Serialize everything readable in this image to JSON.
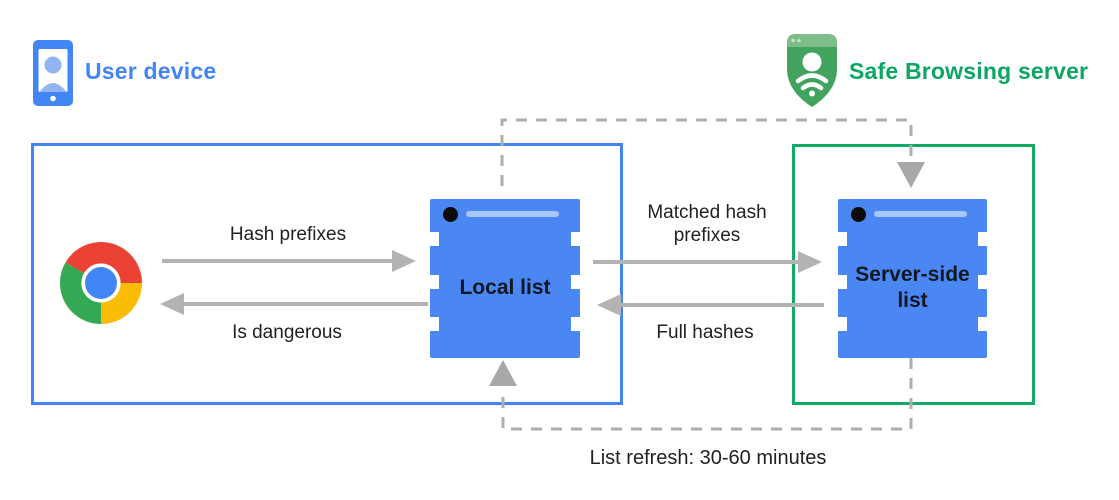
{
  "header": {
    "user_device": {
      "label": "User device",
      "icon": "phone-icon"
    },
    "safe_browsing_server": {
      "label": "Safe Browsing server",
      "icon": "shield-icon"
    }
  },
  "diagram": {
    "device_region": {
      "browser_icon": "chrome-icon",
      "local_list": {
        "label": "Local list"
      }
    },
    "server_region": {
      "server_side_list": {
        "label": "Server-side list"
      }
    },
    "flows": {
      "hash_prefixes": "Hash prefixes",
      "is_dangerous": "Is dangerous",
      "matched_hash_prefixes": "Matched hash prefixes",
      "full_hashes": "Full hashes",
      "list_refresh": "List refresh: 30-60 minutes"
    }
  },
  "colors": {
    "blue": "#4285f4",
    "box_blue": "#4a87f3",
    "box_line": "#a9c6f8",
    "green_border": "#12ab66",
    "green_text": "#0ca663",
    "shield_main": "#42a35e",
    "shield_topbar": "#7cbd88",
    "shield_dot": "#c4e0ca",
    "arrow_gray": "#b3b3b3",
    "dash_gray": "#aeaeae",
    "tri_gray": "#a8a8a8",
    "text_dark": "#212121",
    "avatar_blue": "#92b4f2",
    "bg": "#ffffff"
  }
}
